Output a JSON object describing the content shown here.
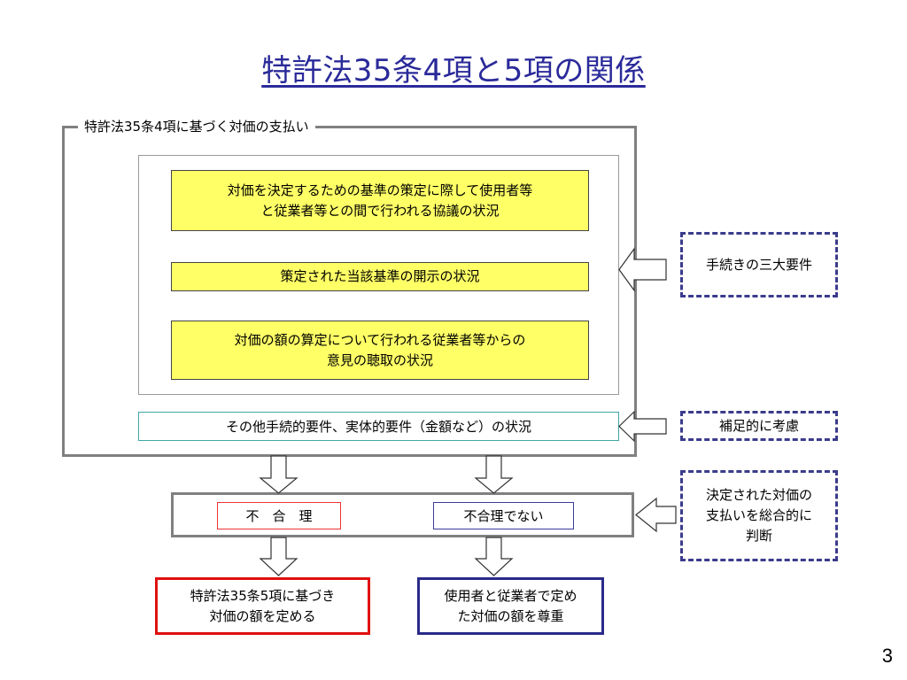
{
  "title": "特許法35条4項と5項の関係",
  "frame_label": "特許法35条4項に基づく対価の支払い",
  "requirements": [
    {
      "line1": "対価を決定するための基準の策定に際して使用者等",
      "line2": "と従業者等との間で行われる協議の状況"
    },
    {
      "line1": "策定された当該基準の開示の状況",
      "line2": ""
    },
    {
      "line1": "対価の額の算定について行われる従業者等からの",
      "line2": "意見の聴取の状況"
    }
  ],
  "other_requirements": "その他手続的要件、実体的要件（金額など）の状況",
  "side_notes": {
    "three_requirements": "手続きの三大要件",
    "supplementary": "補足的に考慮",
    "judgment_line1": "決定された対価の",
    "judgment_line2": "支払いを総合的に",
    "judgment_line3": "判断"
  },
  "judgment": {
    "unreasonable": "不　合　理",
    "not_unreasonable": "不合理でない"
  },
  "outcomes": {
    "article5_line1": "特許法35条5項に基づき",
    "article5_line2": "対価の額を定める",
    "respect_line1": "使用者と従業者で定め",
    "respect_line2": "た対価の額を尊重"
  },
  "page_number": "3"
}
